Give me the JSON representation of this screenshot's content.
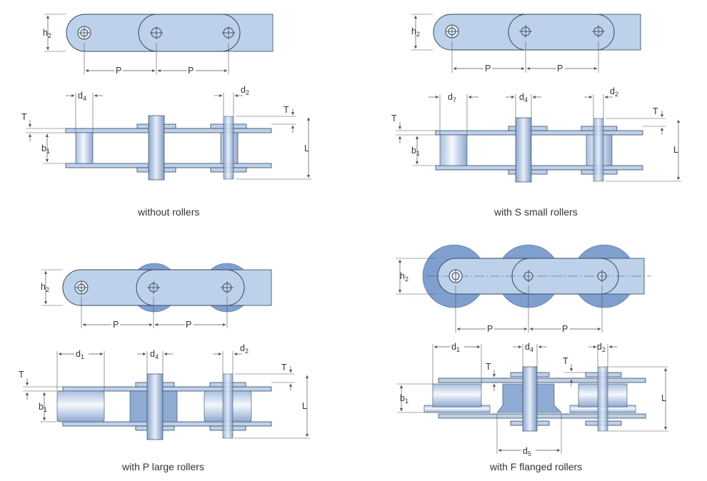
{
  "colors": {
    "plate": "#bed1ea",
    "plate_edge": "#33475e",
    "roller_disc": "#7f9fcf",
    "pin": "#9fb9dd",
    "dim_line": "#555555",
    "text": "#333333"
  },
  "labels": {
    "h2": "h2",
    "P": "P",
    "T": "T",
    "b1": "b1",
    "L": "L",
    "d1": "d1",
    "d2": "d2",
    "d4": "d4",
    "d5": "d5",
    "d7": "d7"
  },
  "captions": {
    "without_rollers": "without rollers",
    "small_rollers": "with S small rollers",
    "large_rollers": "with P large rollers",
    "flanged_rollers": "with F flanged rollers"
  }
}
